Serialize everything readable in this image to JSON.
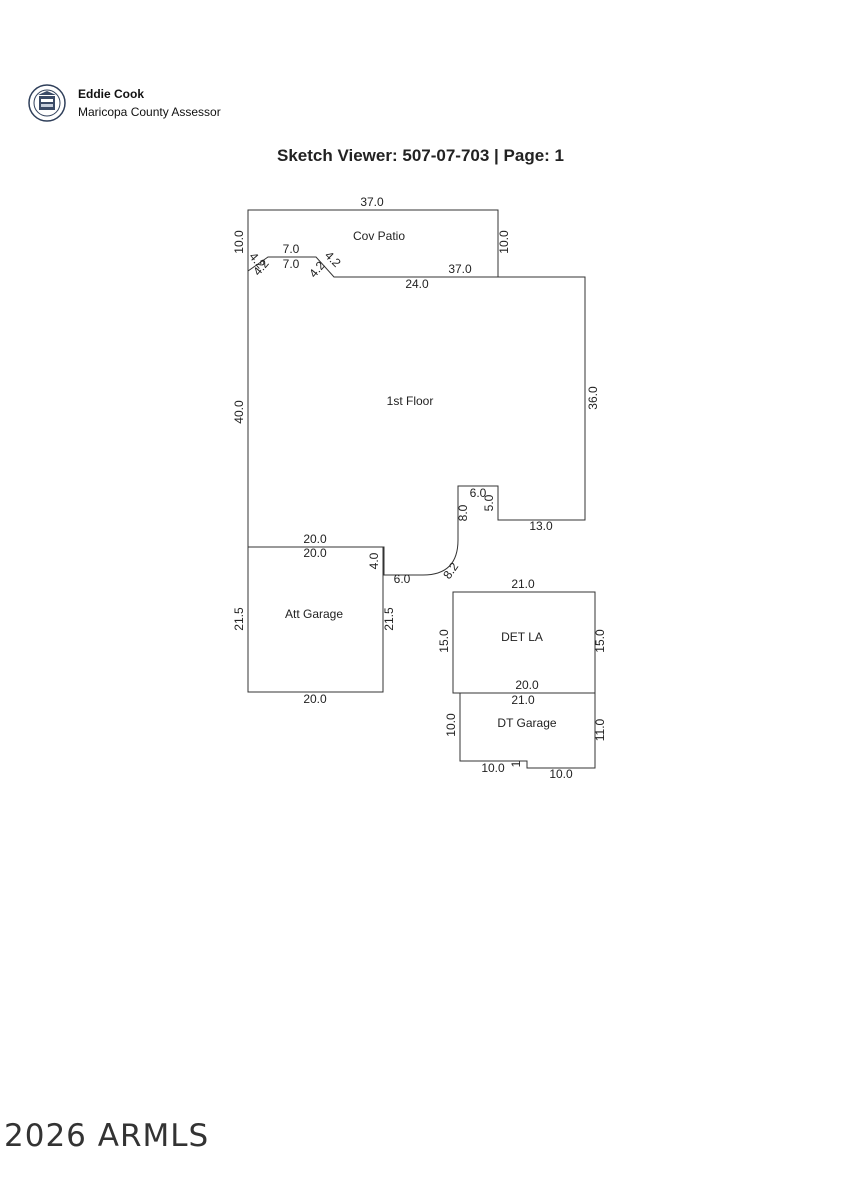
{
  "header": {
    "seal_icon": "maricopa-county-seal-icon",
    "name": "Eddie Cook",
    "org": "Maricopa County Assessor"
  },
  "title": "Sketch Viewer: 507-07-703 | Page: 1",
  "sketch": {
    "areas": {
      "cov_patio": "Cov Patio",
      "first_floor": "1st Floor",
      "att_garage": "Att Garage",
      "det_la": "DET LA",
      "dt_garage": "DT Garage"
    },
    "dims": {
      "patio_top": "37.0",
      "patio_left": "10.0",
      "patio_right": "10.0",
      "patio_bottom": "37.0",
      "patio_diag_1": "4.2",
      "patio_flat_top": "7.0",
      "patio_diag_2": "4.2",
      "floor_diag_1": "4.2",
      "floor_flat": "7.0",
      "floor_diag_2": "4.2",
      "floor_top": "24.0",
      "floor_left": "40.0",
      "floor_right": "36.0",
      "floor_notch_top": "6.0",
      "floor_notch_side": "5.0",
      "floor_bottom_right": "13.0",
      "floor_inner_left": "8.0",
      "floor_curve": "8.2",
      "floor_bottom_short": "6.0",
      "floor_garage_side": "4.0",
      "garage_top_outer": "20.0",
      "garage_top_inner": "20.0",
      "garage_left": "21.5",
      "garage_right": "21.5",
      "garage_bottom": "20.0",
      "detla_top": "21.0",
      "detla_left": "15.0",
      "detla_right": "15.0",
      "detla_bottom": "20.0",
      "dtg_top": "21.0",
      "dtg_left": "10.0",
      "dtg_right": "11.0",
      "dtg_bottom_left": "10.0",
      "dtg_step": "1",
      "dtg_bottom_right": "10.0"
    }
  },
  "footer": "2026 ARMLS"
}
